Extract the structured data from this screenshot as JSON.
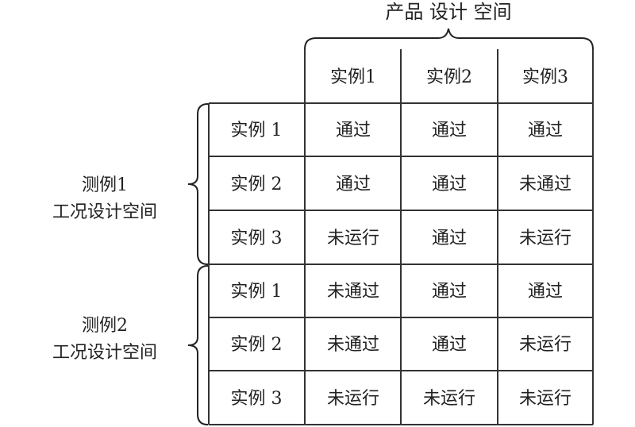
{
  "title": "产品 设计 空间",
  "column_headers": [
    "实例1",
    "实例2",
    "实例3"
  ],
  "groups": [
    {
      "label_line1": "测例1",
      "label_line2": "工况设计空间",
      "rows": [
        {
          "label": "实例 1",
          "cells": [
            "通过",
            "通过",
            "通过"
          ]
        },
        {
          "label": "实例 2",
          "cells": [
            "通过",
            "通过",
            "未通过"
          ]
        },
        {
          "label": "实例 3",
          "cells": [
            "未运行",
            "通过",
            "未运行"
          ]
        }
      ]
    },
    {
      "label_line1": "测例2",
      "label_line2": "工况设计空间",
      "rows": [
        {
          "label": "实例 1",
          "cells": [
            "未通过",
            "通过",
            "通过"
          ]
        },
        {
          "label": "实例 2",
          "cells": [
            "未通过",
            "通过",
            "未运行"
          ]
        },
        {
          "label": "实例 3",
          "cells": [
            "未运行",
            "未运行",
            "未运行"
          ]
        }
      ]
    }
  ]
}
